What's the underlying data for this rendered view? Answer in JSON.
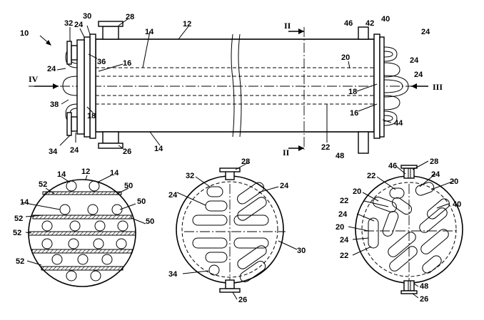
{
  "labels": {
    "n10": "10",
    "n12": "12",
    "n12b": "12",
    "n14": "14",
    "n16": "16",
    "n18": "18",
    "n20": "20",
    "n22": "22",
    "n24": "24",
    "n26": "26",
    "n28": "28",
    "n30": "30",
    "n32": "32",
    "n34": "34",
    "n36": "36",
    "n38": "38",
    "n40": "40",
    "n42": "42",
    "n44": "44",
    "n46": "46",
    "n48": "48",
    "n50": "50",
    "n52": "52"
  },
  "sections": {
    "II": "II",
    "III": "III",
    "IV": "IV"
  }
}
